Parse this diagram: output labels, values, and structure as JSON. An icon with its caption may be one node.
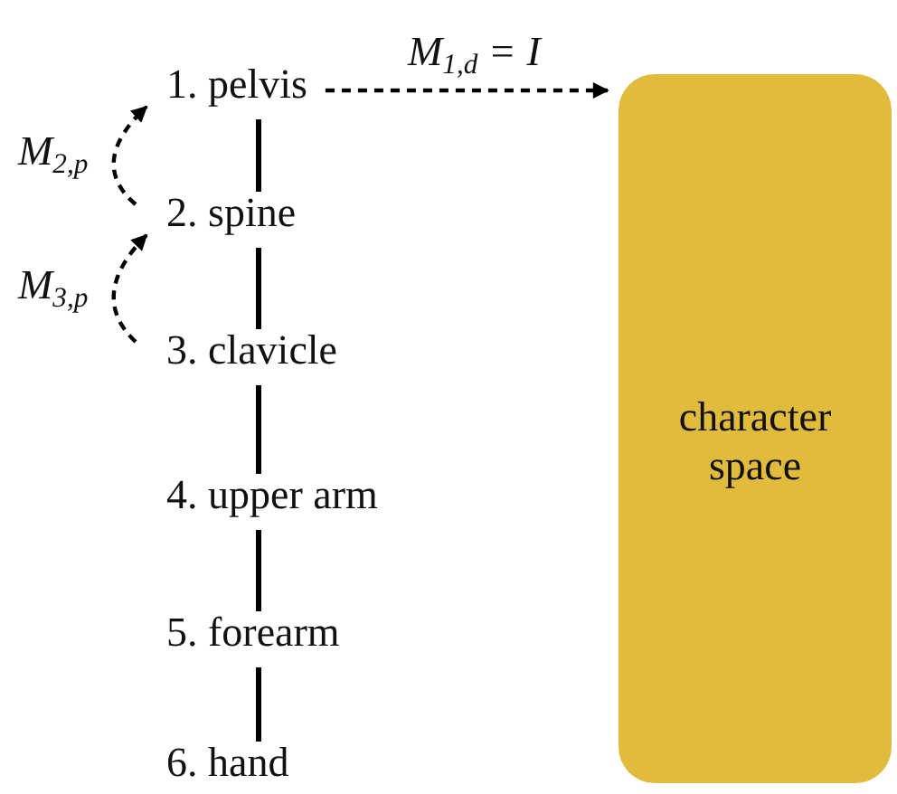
{
  "diagram": {
    "nodes": [
      {
        "text": [
          "1. pelvis"
        ]
      },
      {
        "text": [
          "2. spine"
        ]
      },
      {
        "text": [
          "3. clavicle"
        ]
      },
      {
        "text": [
          "4. upper arm"
        ]
      },
      {
        "text": [
          "5. forearm"
        ]
      },
      {
        "text": [
          "6. hand"
        ]
      },
      {
        "text": [
          "character space"
        ]
      }
    ],
    "edges": [
      {
        "from": 0,
        "to": 1,
        "arrow": "none"
      },
      {
        "from": 1,
        "to": 2,
        "arrow": "none"
      },
      {
        "from": 2,
        "to": 3,
        "arrow": "none"
      },
      {
        "from": 3,
        "to": 4,
        "arrow": "none"
      },
      {
        "from": 4,
        "to": 5,
        "arrow": "none"
      },
      {
        "from": 0,
        "to": 6,
        "arrow": "to",
        "style": "dashed",
        "label": "M$_{1,d}$ = I"
      },
      {
        "from": 1,
        "to": 0,
        "arrow": "to",
        "style": "dashed",
        "label": "M$_{2,p}$"
      },
      {
        "from": 2,
        "to": 1,
        "arrow": "to",
        "style": "dashed",
        "label": "M$_{3,p}$"
      }
    ]
  }
}
